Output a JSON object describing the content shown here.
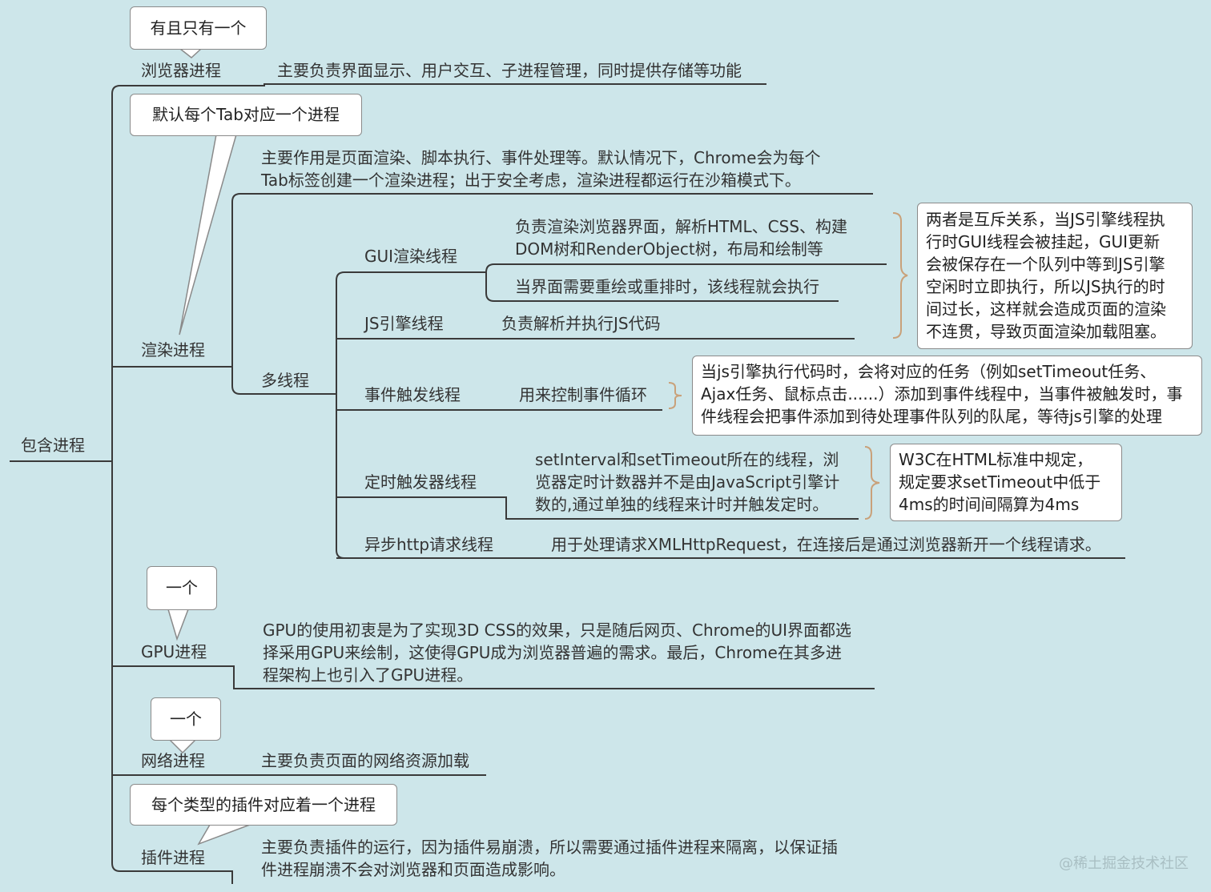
{
  "root": {
    "label": "包含进程"
  },
  "browser": {
    "label": "浏览器进程",
    "callout": "有且只有一个",
    "desc": "主要负责界面显示、用户交互、子进程管理，同时提供存储等功能"
  },
  "renderer": {
    "label": "渲染进程",
    "callout": "默认每个Tab对应一个进程",
    "desc": [
      "主要作用是页面渲染、脚本执行、事件处理等。默认情况下，Chrome会为每个",
      "Tab标签创建一个渲染进程；出于安全考虑，渲染进程都运行在沙箱模式下。"
    ],
    "multithread": "多线程",
    "threads": {
      "gui": {
        "label": "GUI渲染线程",
        "desc1": [
          "负责渲染浏览器界面，解析HTML、CSS、构建",
          "DOM树和RenderObject树，布局和绘制等"
        ],
        "desc2": "当界面需要重绘或重排时，该线程就会执行"
      },
      "js": {
        "label": "JS引擎线程",
        "desc": "负责解析并执行JS代码"
      },
      "mutex_note": [
        "两者是互斥关系，当JS引擎线程执",
        "行时GUI线程会被挂起，GUI更新",
        "会被保存在一个队列中等到JS引擎",
        "空闲时立即执行，所以JS执行的时",
        "间过长，这样就会造成页面的渲染",
        "不连贯，导致页面渲染加载阻塞。"
      ],
      "event": {
        "label": "事件触发线程",
        "desc": "用来控制事件循环",
        "note": [
          "当js引擎执行代码时，会将对应的任务（例如setTimeout任务、",
          "Ajax任务、鼠标点击......）添加到事件线程中，当事件被触发时，事",
          "件线程会把事件添加到待处理事件队列的队尾，等待js引擎的处理"
        ]
      },
      "timer": {
        "label": "定时触发器线程",
        "desc": [
          "setInterval和setTimeout所在的线程，浏",
          "览器定时计数器并不是由JavaScript引擎计",
          "数的,通过单独的线程来计时并触发定时。"
        ],
        "note": [
          "W3C在HTML标准中规定，",
          "规定要求setTimeout中低于",
          "4ms的时间间隔算为4ms"
        ]
      },
      "http": {
        "label": "异步http请求线程",
        "desc": "用于处理请求XMLHttpRequest，在连接后是通过浏览器新开一个线程请求。"
      }
    }
  },
  "gpu": {
    "label": "GPU进程",
    "callout": "一个",
    "desc": [
      "GPU的使用初衷是为了实现3D CSS的效果，只是随后网页、Chrome的UI界面都选",
      "择采用GPU来绘制，这使得GPU成为浏览器普遍的需求。最后，Chrome在其多进",
      "程架构上也引入了GPU进程。"
    ]
  },
  "network": {
    "label": "网络进程",
    "callout": "一个",
    "desc": "主要负责页面的网络资源加载"
  },
  "plugin": {
    "label": "插件进程",
    "callout": "每个类型的插件对应着一个进程",
    "desc": [
      "主要负责插件的运行，因为插件易崩溃，所以需要通过插件进程来隔离，以保证插",
      "件进程崩溃不会对浏览器和页面造成影响。"
    ]
  },
  "watermark": "@稀土掘金技术社区",
  "colors": {
    "background": "#cde6ea",
    "line": "#3a3a3a",
    "brace": "#c9a17a"
  }
}
